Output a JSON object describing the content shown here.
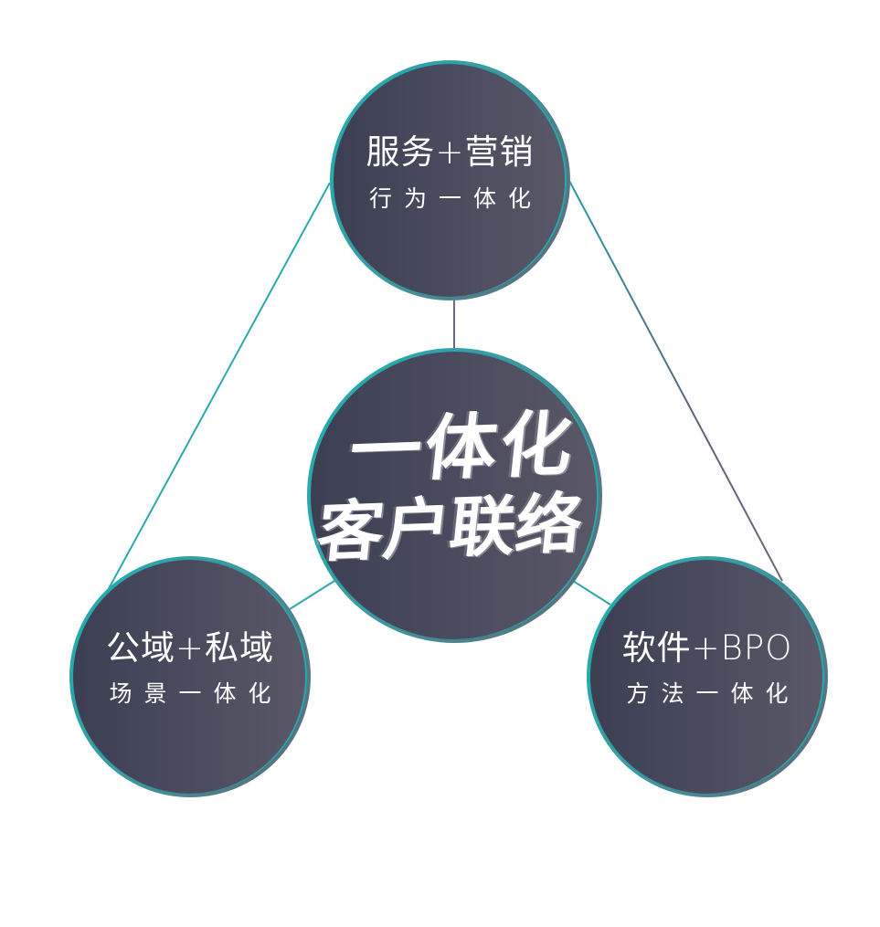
{
  "diagram": {
    "type": "triangle-cycle",
    "center": {
      "line1": "一体化",
      "line2": "客户联络"
    },
    "nodes": [
      {
        "id": "top",
        "title": "服务+营销",
        "subtitle": "行为一体化"
      },
      {
        "id": "bottom-left",
        "title": "公域+私域",
        "subtitle": "场景一体化"
      },
      {
        "id": "bottom-right",
        "title": "软件+BPO",
        "subtitle": "方法一体化"
      }
    ],
    "colors": {
      "node_fill_start": "#3c3f52",
      "node_fill_end": "#5a5867",
      "ring_teal": "#1fb0b0",
      "ring_gray": "#626574",
      "line_teal": "#2aa8ad",
      "line_gray": "#6a6a7a",
      "text": "#ffffff",
      "background": "#ffffff"
    }
  }
}
